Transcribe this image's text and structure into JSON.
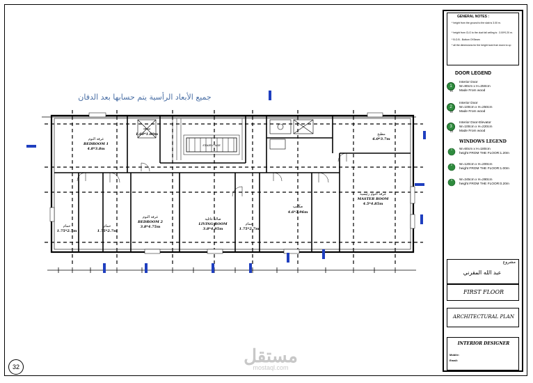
{
  "plan": {
    "header_arabic": "جميع الأبعاد الرأسية يتم حسابها بعد الدفان",
    "rooms": [
      {
        "name_ar": "غرفة النوم",
        "name_en": "BEDROOM 1",
        "size": "4.8*3.8m"
      },
      {
        "name_ar": "غرفة النوم",
        "name_en": "BEDROOM 2",
        "size": "3.8*4.75m"
      },
      {
        "name_ar": "صالة عائلية",
        "name_en": "LIVING ROOM",
        "size": "3.8*4.95m"
      },
      {
        "name_ar": "مكتب",
        "name_en": "",
        "size": "4.6*3.96m"
      },
      {
        "name_ar": "غرفة النوم رئيسية",
        "name_en": "MASTER ROOM",
        "size": "4.5*4.85m"
      },
      {
        "name_ar": "مطبخ",
        "name_en": "",
        "size": "6.0*3.7m"
      },
      {
        "name_ar": "حمام",
        "name_en": "",
        "size": "1.75*2.7m"
      },
      {
        "name_ar": "حمام",
        "name_en": "",
        "size": "1.75*2.7m"
      },
      {
        "name_ar": "حمام",
        "name_en": "",
        "size": "1.75*2.7m"
      },
      {
        "name_ar": "مصعد",
        "name_en": "",
        "size": "1.60*1.60m"
      }
    ],
    "stair_label": "STAIR CASE"
  },
  "title_block": {
    "general_notes_title": "GENERAL NOTES :",
    "general_notes": [
      "* height from the ground to the slab is 3.00 m.",
      "* height from CLG to the duct fall ceiling is : 3.00*0.20 m.",
      "* B.O.B - Bottom Of Beam",
      "* all the dimensions for the height took from down to up"
    ],
    "door_legend_title": "DOOR LEGEND",
    "doors": [
      {
        "code": "D1",
        "type": "Interior Door",
        "size": "W=80cm x H=250cm",
        "material": "Made From wood"
      },
      {
        "code": "D2",
        "type": "Interior Door",
        "size": "W=100cm x H=250cm",
        "material": "Made From wood"
      },
      {
        "code": "D3",
        "type": "Interior Door-Elevator",
        "size": "W=100cm x H=220cm",
        "material": "Made From wood"
      }
    ],
    "windows_legend_title": "WINDOWS LEGEND",
    "windows": [
      {
        "code": "1",
        "size": "W=60cm x H=180cm",
        "height": "height FROM THE FLOOR:1.20m"
      },
      {
        "code": "2",
        "size": "W=120cm x H=200cm",
        "height": "height FROM THE FLOOR:1.00m"
      },
      {
        "code": "3",
        "size": "W=245cm x H=280cm",
        "height": "height FROM THE FLOOR:0.20m"
      }
    ],
    "project_label": "مشروع",
    "owner_name": "عبد الله المقرني",
    "floor_title": "FIRST FLOOR",
    "drawing_title": "ARCHITECTURAL PLAN",
    "designer_title": "INTERIOR DESIGNER",
    "mobile_label": "Mobile:",
    "email_label": "Email:"
  },
  "page_number": "32",
  "watermark": {
    "arabic": "مستقل",
    "latin": "mostaql.com"
  },
  "colors": {
    "door_green": "#2e8b3d",
    "header_blue": "#4a6fa5",
    "dim_blue": "#1f3fbf",
    "watermark": "#c8c8c8"
  }
}
